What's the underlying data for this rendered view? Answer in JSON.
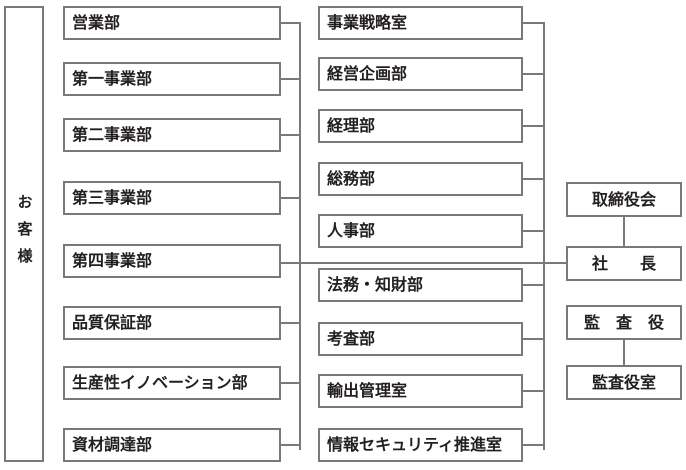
{
  "chart_title": "",
  "colors": {
    "border": "#77797b",
    "text": "#231f20",
    "background": "#ffffff",
    "connector": "#77797b"
  },
  "customer": {
    "label": "お客様"
  },
  "business_units": {
    "column_name": "business-divisions",
    "items": [
      {
        "label": "営業部"
      },
      {
        "label": "第一事業部"
      },
      {
        "label": "第二事業部"
      },
      {
        "label": "第三事業部"
      },
      {
        "label": "第四事業部"
      },
      {
        "label": "品質保証部"
      },
      {
        "label": "生産性イノベーション部"
      },
      {
        "label": "資材調達部"
      }
    ]
  },
  "corporate_units": {
    "column_name": "corporate-departments",
    "items": [
      {
        "label": "事業戦略室"
      },
      {
        "label": "経営企画部"
      },
      {
        "label": "経理部"
      },
      {
        "label": "総務部"
      },
      {
        "label": "人事部"
      },
      {
        "label": "法務・知財部"
      },
      {
        "label": "考査部"
      },
      {
        "label": "輸出管理室"
      },
      {
        "label": "情報セキュリティ推進室"
      }
    ]
  },
  "executive": {
    "board": {
      "label": "取締役会"
    },
    "president": {
      "label": "社　　長"
    },
    "auditor": {
      "label": "監　査　役"
    },
    "auditor_office": {
      "label": "監査役室"
    }
  }
}
